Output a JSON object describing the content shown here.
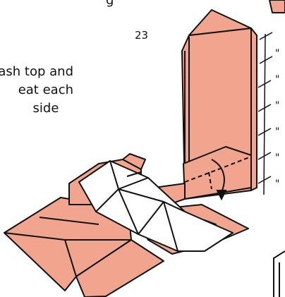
{
  "step": {
    "number": "23",
    "instruction_lines": [
      "ash top and",
      "eat each",
      "side"
    ],
    "top_fragment": "g"
  },
  "colors": {
    "paper": "#f2a58e",
    "line": "#111111",
    "background": "#ffffff"
  },
  "marks": {
    "tick_labels": [
      "\"",
      "\"",
      "\"",
      "\"",
      "\"",
      "\"",
      "\""
    ]
  }
}
